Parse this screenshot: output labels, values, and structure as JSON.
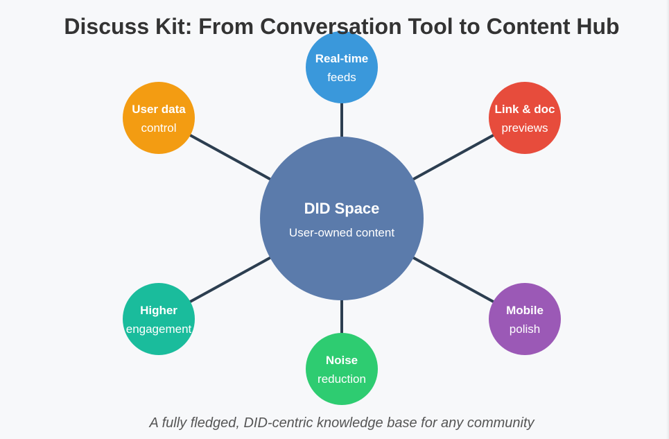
{
  "title": "Discuss Kit: From Conversation Tool to Content Hub",
  "hub": {
    "title": "DID Space",
    "subtitle": "User-owned content",
    "color": "#5b7bab"
  },
  "nodes": [
    {
      "id": "realtime",
      "line1": "Real-time",
      "line2": "feeds",
      "color": "#3a98db",
      "icon": "none"
    },
    {
      "id": "link-doc",
      "line1": "Link & doc",
      "line2": "previews",
      "color": "#e74c3c",
      "icon": "none"
    },
    {
      "id": "mobile",
      "line1": "Mobile",
      "line2": "polish",
      "color": "#9b59b6",
      "icon": "none"
    },
    {
      "id": "noise",
      "line1": "Noise",
      "line2": "reduction",
      "color": "#2ecc71",
      "icon": "none"
    },
    {
      "id": "engagement",
      "line1": "Higher",
      "line2": "engagement",
      "color": "#1abc9c",
      "icon": "none"
    },
    {
      "id": "user-data",
      "line1": "User data",
      "line2": "control",
      "color": "#f39c12",
      "icon": "none"
    }
  ],
  "connector_color": "#2c3e50",
  "footnote": "A fully fledged, DID-centric knowledge base for any community"
}
